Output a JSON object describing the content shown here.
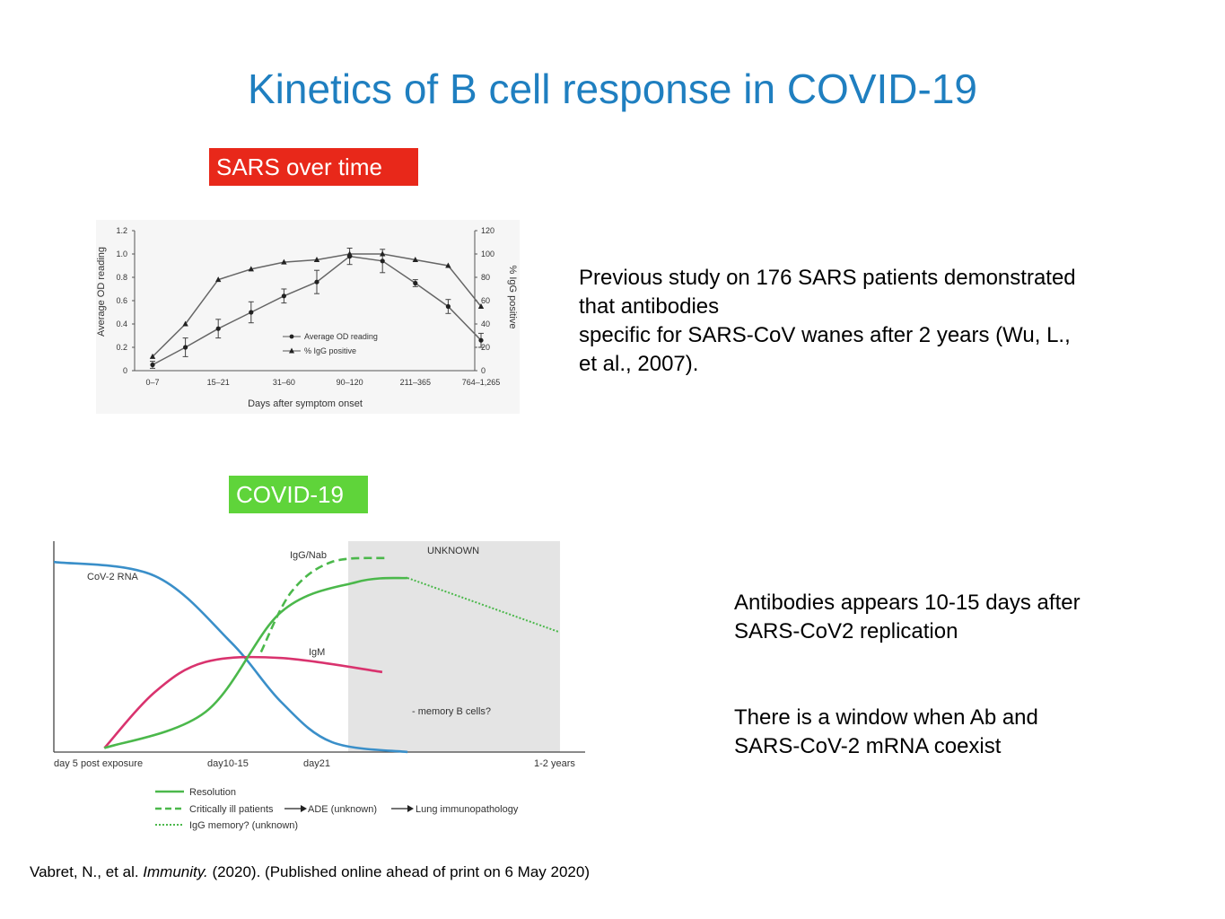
{
  "slide": {
    "title": "Kinetics of B cell response in COVID-19",
    "tag_sars": "SARS over time",
    "tag_covid": "COVID-19",
    "paragraph1_line1": "Previous study on 176 SARS patients demonstrated",
    "paragraph1_line2": "that antibodies",
    "paragraph1_line3": "specific for SARS-CoV wanes after 2 years (Wu, L.,",
    "paragraph1_line4": "et al., 2007).",
    "paragraph2_line1": "Antibodies appears 10-15 days after",
    "paragraph2_line2": "SARS-CoV2 replication",
    "paragraph3_line1": "There is a window when Ab and",
    "paragraph3_line2": "SARS-CoV-2 mRNA coexist",
    "citation_pre": "Vabret, N., et al. ",
    "citation_journal": "Immunity.",
    "citation_post": " (2020). (Published online ahead of print on 6 May 2020)"
  },
  "chart_data": [
    {
      "type": "line",
      "xlabel": "Days after symptom onset",
      "ylabel": "Average OD reading",
      "y2label": "% IgG positive",
      "categories": [
        "0–7",
        "",
        "15–21",
        "",
        "31–60",
        "",
        "90–120",
        "",
        "211–365",
        "",
        "764–1,265"
      ],
      "ylim": [
        0,
        1.2
      ],
      "y2lim": [
        0,
        120
      ],
      "yticks": [
        "0",
        "0.2",
        "0.4",
        "0.6",
        "0.8",
        "1.0",
        "1.2"
      ],
      "y2ticks": [
        "0",
        "20",
        "40",
        "60",
        "80",
        "100",
        "120"
      ],
      "series": [
        {
          "name": "Average OD reading",
          "axis": "left",
          "marker": "circle",
          "values": [
            0.05,
            0.2,
            0.36,
            0.5,
            0.64,
            0.76,
            0.98,
            0.94,
            0.75,
            0.55,
            0.26
          ],
          "errors": [
            0.03,
            0.08,
            0.08,
            0.09,
            0.06,
            0.1,
            0.07,
            0.1,
            0.03,
            0.06,
            0.06
          ]
        },
        {
          "name": "% IgG positive",
          "axis": "right",
          "marker": "triangle",
          "values": [
            12,
            40,
            78,
            87,
            93,
            95,
            100,
            100,
            95,
            90,
            55
          ]
        }
      ],
      "legend": "center-right"
    },
    {
      "type": "line",
      "x_ticks": [
        "day 5 post exposure",
        "day10-15",
        "day21",
        "1-2 years"
      ],
      "shaded_region_label": "UNKNOWN",
      "shaded_region_note": "- memory B cells?",
      "colors": {
        "rna": "#3a8fc9",
        "igm": "#d9336e",
        "igg": "#4bb84b",
        "shade": "#e4e4e4"
      },
      "curve_labels": {
        "rna": "CoV-2 RNA",
        "igg": "IgG/Nab",
        "igm": "IgM"
      },
      "series": [
        {
          "name": "CoV-2 RNA",
          "x": [
            0,
            0.2,
            0.35,
            0.45,
            0.55,
            0.7
          ],
          "y": [
            0.95,
            0.88,
            0.55,
            0.25,
            0.05,
            0.0
          ]
        },
        {
          "name": "IgM",
          "x": [
            0.1,
            0.2,
            0.3,
            0.45,
            0.65
          ],
          "y": [
            0.02,
            0.3,
            0.45,
            0.47,
            0.4
          ]
        },
        {
          "name": "IgG/Nab",
          "x": [
            0.1,
            0.3,
            0.45,
            0.6,
            0.7,
            1.0
          ],
          "y": [
            0.02,
            0.2,
            0.7,
            0.85,
            0.87,
            0.6
          ]
        }
      ],
      "legend_items": [
        {
          "style": "solid",
          "label": "Resolution"
        },
        {
          "style": "dashed",
          "label": "Critically ill patients",
          "arrow1": "ADE (unknown)",
          "arrow2": "Lung immunopathology"
        },
        {
          "style": "dotted",
          "label": "IgG memory? (unknown)"
        }
      ]
    }
  ]
}
